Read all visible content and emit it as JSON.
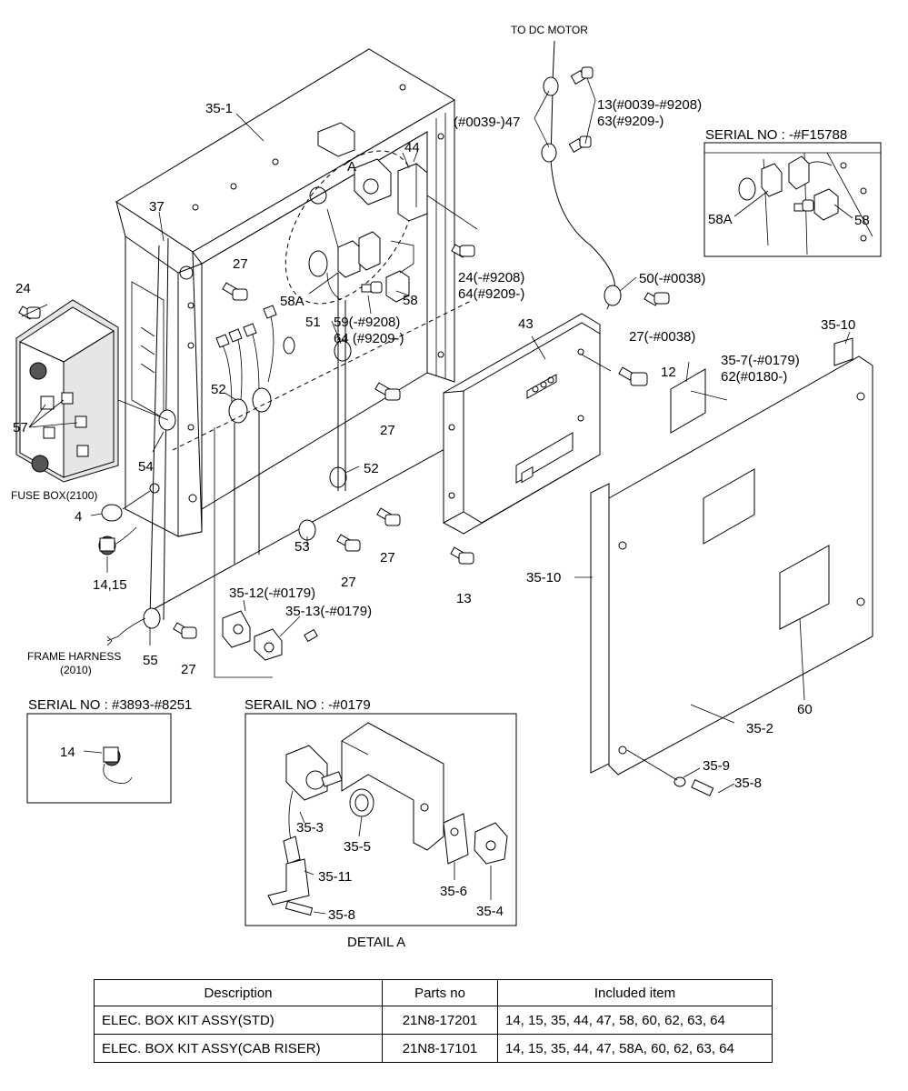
{
  "labels": {
    "to_dc_motor": "TO DC MOTOR",
    "l_35_1": "35-1",
    "l_a": "A",
    "l_44": "44",
    "l_37": "37",
    "l_27a": "27",
    "l_24a": "24",
    "l_58a": "58A",
    "l_58": "58",
    "l_51": "51",
    "l_59": "59(-#9208)",
    "l_64a": "64 (#9209-)",
    "l_52a": "52",
    "l_27b": "27",
    "l_57": "57",
    "l_54": "54",
    "l_fuse_box": "FUSE BOX(2100)",
    "l_4": "4",
    "l_52b": "52",
    "l_27c": "27",
    "l_14_15": "14,15",
    "l_53": "53",
    "l_27d": "27",
    "l_35_12": "35-12(-#0179)",
    "l_35_13": "35-13(-#0179)",
    "l_frame_harness": "FRAME HARNESS",
    "l_2010": "(2010)",
    "l_55": "55",
    "l_27e": "27",
    "l_0039_47": "(#0039-)47",
    "l_13_0039": "13(#0039-#9208)",
    "l_63": "63(#9209-)",
    "l_24b": "24(-#9208)",
    "l_64b": "64(#9209-)",
    "l_50": "50(-#0038)",
    "l_27f": "27(-#0038)",
    "l_43": "43",
    "l_12": "12",
    "l_13": "13",
    "l_35_10a": "35-10",
    "l_35_7": "35-7(-#0179)",
    "l_62": "62(#0180-)",
    "l_35_10b": "35-10",
    "l_60": "60",
    "l_35_2": "35-2",
    "l_35_9": "35-9",
    "l_35_8a": "35-8",
    "l_detail_a": "DETAIL A",
    "l_35_3": "35-3",
    "l_35_5": "35-5",
    "l_35_11": "35-11",
    "l_35_8b": "35-8",
    "l_35_6": "35-6",
    "l_35_4": "35-4",
    "l_14": "14"
  },
  "insets": {
    "serial_f15788": {
      "title": "SERIAL NO : -#F15788",
      "l_58a": "58A",
      "l_58": "58"
    },
    "serial_3893": {
      "title": "SERIAL NO : #3893-#8251"
    },
    "serial_0179": {
      "title": "SERAIL NO : -#0179"
    }
  },
  "table": {
    "headers": [
      "Description",
      "Parts no",
      "Included item"
    ],
    "rows": [
      {
        "description": "ELEC. BOX KIT ASSY(STD)",
        "parts_no": "21N8-17201",
        "included": "14, 15, 35, 44, 47, 58, 60, 62, 63, 64"
      },
      {
        "description": "ELEC. BOX KIT ASSY(CAB RISER)",
        "parts_no": "21N8-17101",
        "included": "14, 15, 35, 44, 47, 58A, 60, 62, 63, 64"
      }
    ]
  }
}
